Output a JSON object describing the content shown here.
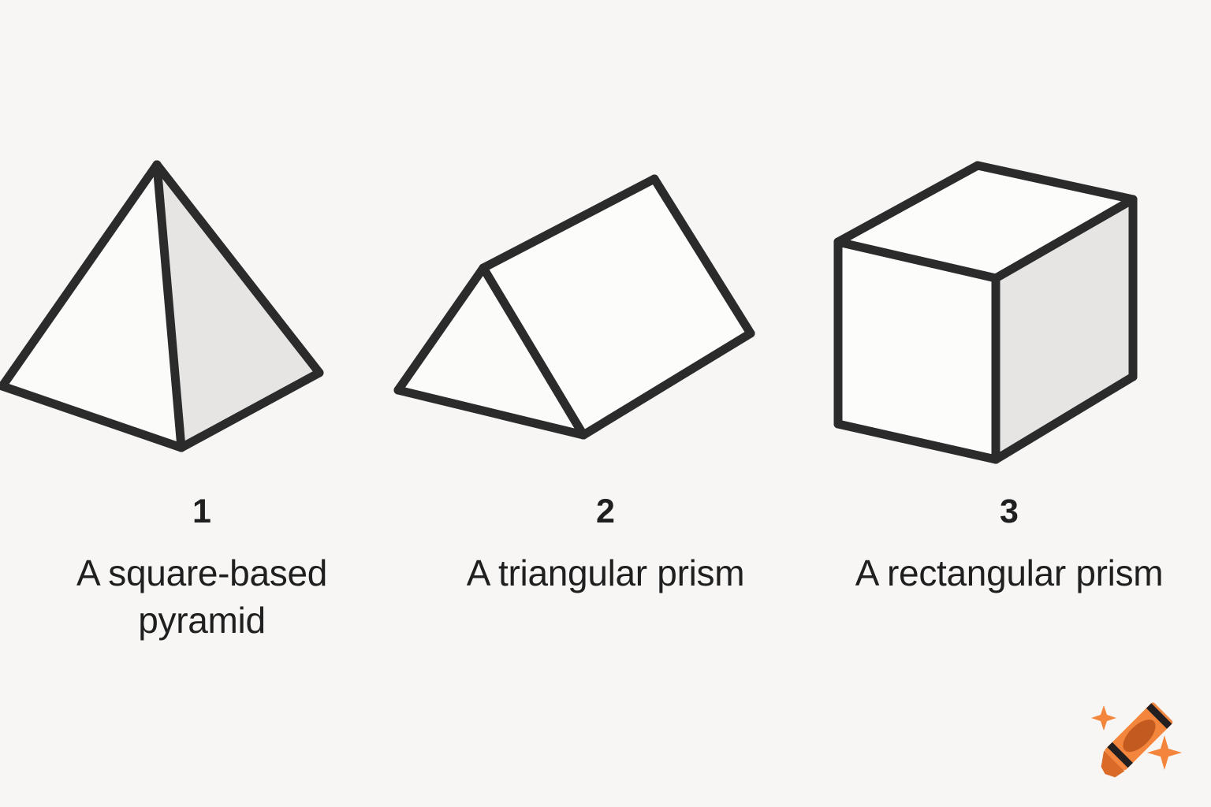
{
  "page": {
    "background_color": "#f7f6f4",
    "stroke_color": "#2b2b2b",
    "shade_color": "#e6e5e3",
    "text_color": "#1f1f1f"
  },
  "figures": [
    {
      "number": "1",
      "caption": "A square-based pyramid",
      "shape_name": "square-based-pyramid",
      "faces": {
        "left_face": "3,490 199,209 230,568",
        "right_face": "199,209 405,473 230,568",
        "shaded": "right_face"
      },
      "edges": [
        "3,490 199,209",
        "199,209 405,473",
        "3,490 230,568",
        "230,568 405,473",
        "199,209 230,568"
      ]
    },
    {
      "number": "2",
      "caption": "A triangular prism",
      "shape_name": "triangular-prism",
      "faces": {
        "front_triangle": "613,340 505,495 740,552",
        "top_rect": "613,340 830,227 952,423 740,552",
        "shaded": "none"
      },
      "edges": [
        "505,495 613,340",
        "613,340 740,552",
        "505,495 740,552",
        "613,340 830,227",
        "830,227 952,423",
        "952,423 740,552"
      ]
    },
    {
      "number": "3",
      "caption": "A rectangular prism",
      "shape_name": "rectangular-prism",
      "faces": {
        "top_face": "1063,307 1240,210 1437,253 1263,353",
        "front_face": "1063,307 1263,353 1263,583 1063,538",
        "right_face": "1263,353 1437,253 1437,478 1263,583",
        "shaded": "right_face"
      },
      "edges": [
        "1063,307 1240,210",
        "1240,210 1437,253",
        "1437,253 1263,353",
        "1263,353 1063,307",
        "1063,307 1063,538",
        "1063,538 1263,583",
        "1263,583 1263,353",
        "1437,253 1437,478",
        "1437,478 1263,583"
      ]
    }
  ],
  "brand": {
    "logo_name": "crayon-logo",
    "crayon_body_color": "#f4853c",
    "crayon_tip_color": "#da6a27",
    "crayon_band_color": "#231f20",
    "crayon_label_color": "#c35b21",
    "sparkle_color": "#f4853c",
    "sparkle_count": "2"
  }
}
